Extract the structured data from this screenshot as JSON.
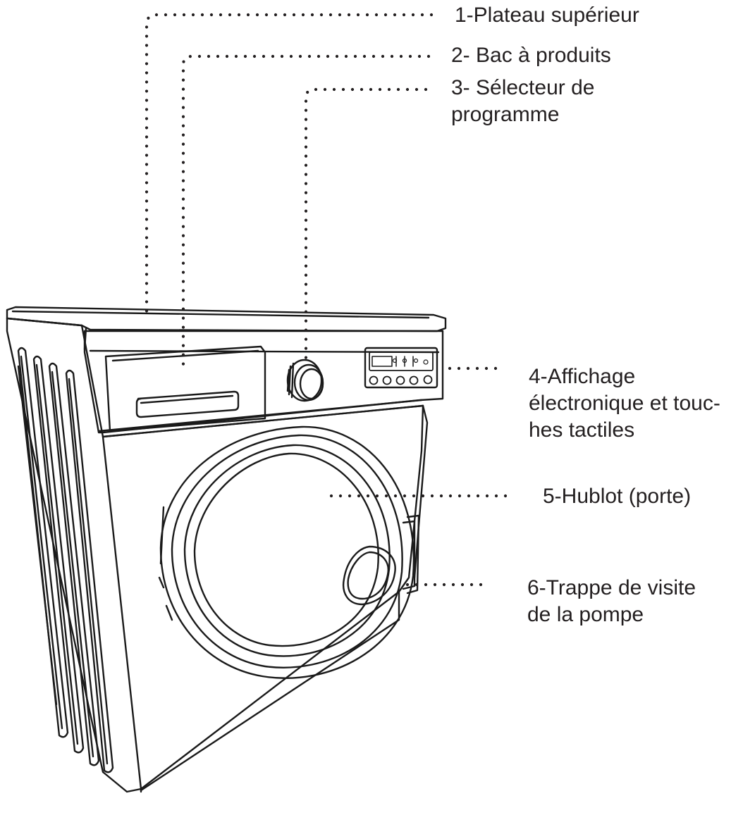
{
  "callouts": [
    {
      "id": "1",
      "lines": [
        "1-Plateau supérieur"
      ]
    },
    {
      "id": "2",
      "lines": [
        "2- Bac à produits"
      ]
    },
    {
      "id": "3",
      "lines": [
        "3- Sélecteur de",
        "programme"
      ]
    },
    {
      "id": "4",
      "lines": [
        "4-Affichage",
        "électronique et touc-",
        "hes tactiles"
      ]
    },
    {
      "id": "5",
      "lines": [
        "5-Hublot (porte)"
      ]
    },
    {
      "id": "6",
      "lines": [
        "6-Trappe de visite",
        "de la pompe"
      ]
    }
  ],
  "colors": {
    "text": "#231f20",
    "stroke": "#1a1a1a",
    "leader": "#231f20"
  }
}
